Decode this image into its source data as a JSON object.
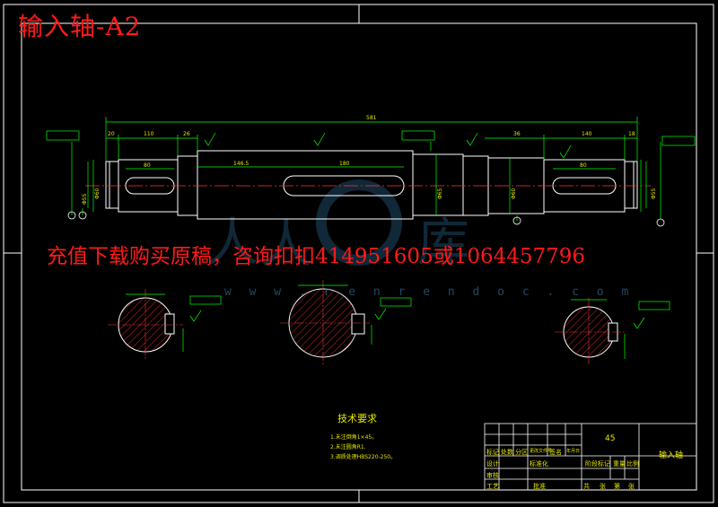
{
  "title": "输入轴-A2",
  "ad_text": "充值下载购买原稿，咨询扣扣414951605或1064457796",
  "watermark": "w w w . r e n r e n d o c . c o m",
  "tech_requirements": {
    "title": "技术要求",
    "lines": [
      "1.未注倒角1×45。",
      "2.未注圆角R1.",
      "3.调质处理HBS220-250。"
    ]
  },
  "dimensions": {
    "total_length": "581",
    "section_lengths": [
      "20",
      "110",
      "26",
      "36",
      "140",
      "18"
    ],
    "keyway_lengths": [
      "80",
      "146.5",
      "180",
      "80"
    ],
    "diameters": [
      "Φ55",
      "Φ60",
      "Φ65",
      "Φ60",
      "Φ55"
    ]
  },
  "title_block": {
    "part_name": "输入轴",
    "material": "45",
    "labels": [
      "标记",
      "处数",
      "分区",
      "更改文件号",
      "签名",
      "年月日",
      "设计",
      "审核",
      "工艺",
      "批准",
      "标准化",
      "阶段标记",
      "重量",
      "比例",
      "共",
      "张",
      "第",
      "张"
    ]
  },
  "colors": {
    "outline": "#ffffff",
    "dimension": "#00ff00",
    "centerline": "#ff3333",
    "hatch": "#ff3030",
    "text": "#e6e600",
    "overlay": "#ff1a1a",
    "watermark": "#1e4a66"
  }
}
